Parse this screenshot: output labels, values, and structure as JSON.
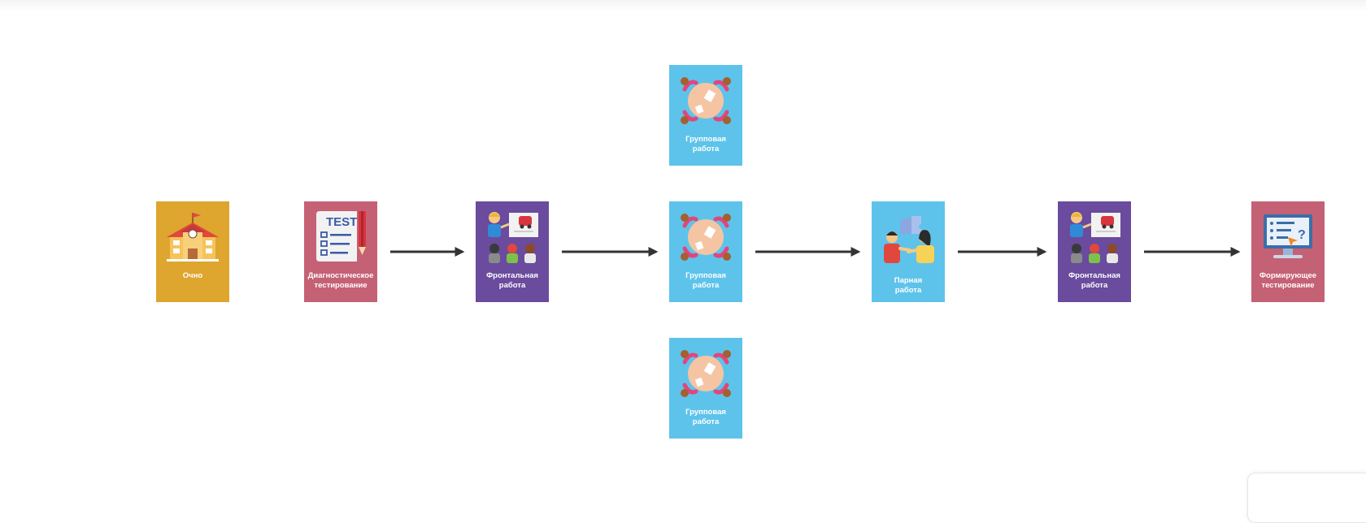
{
  "colors": {
    "ochre": "#dea52f",
    "rose": "#c56175",
    "purple": "#6a4b9d",
    "sky": "#5ec3ea",
    "arrow": "#333333"
  },
  "cards": [
    {
      "id": "ochno",
      "lines": [
        "Очно"
      ],
      "color": "#dea52f",
      "icon": "school-building-icon"
    },
    {
      "id": "diag-test",
      "lines": [
        "Диагностическое",
        "тестирование"
      ],
      "color": "#c56175",
      "icon": "test-sheet-icon"
    },
    {
      "id": "front-1",
      "lines": [
        "Фронтальная",
        "работа"
      ],
      "color": "#6a4b9d",
      "icon": "classroom-teacher-icon"
    },
    {
      "id": "group-top",
      "lines": [
        "Групповая",
        "работа"
      ],
      "color": "#5ec3ea",
      "icon": "round-table-group-icon"
    },
    {
      "id": "group-mid",
      "lines": [
        "Групповая",
        "работа"
      ],
      "color": "#5ec3ea",
      "icon": "round-table-group-icon"
    },
    {
      "id": "group-bottom",
      "lines": [
        "Групповая",
        "работа"
      ],
      "color": "#5ec3ea",
      "icon": "round-table-group-icon"
    },
    {
      "id": "pair",
      "lines": [
        "Парная",
        "работа"
      ],
      "color": "#5ec3ea",
      "icon": "pair-puzzle-icon"
    },
    {
      "id": "front-2",
      "lines": [
        "Фронтальная",
        "работа"
      ],
      "color": "#6a4b9d",
      "icon": "classroom-teacher-icon"
    },
    {
      "id": "form-test",
      "lines": [
        "Формирующее",
        "тестирование"
      ],
      "color": "#c56175",
      "icon": "quiz-monitor-icon"
    }
  ],
  "connections": [
    {
      "from": "diag-test",
      "to": "front-1"
    },
    {
      "from": "front-1",
      "to": "group-mid"
    },
    {
      "from": "group-mid",
      "to": "pair"
    },
    {
      "from": "pair",
      "to": "front-2"
    },
    {
      "from": "front-2",
      "to": "form-test"
    }
  ]
}
